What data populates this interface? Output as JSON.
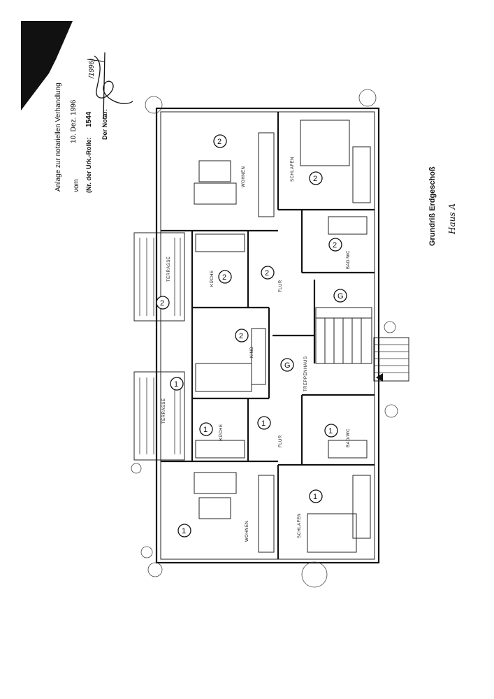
{
  "stamp": {
    "line1": "Anlage zur notariellen Verhandlung",
    "line2": "10. Dez. 1996",
    "vom_label": "vom",
    "urk_label": "(Nr. der Urk.-Rolle:",
    "urk_value": "1544",
    "urk_year": "/1996)",
    "notar_label": "Der Notar:"
  },
  "caption": {
    "title": "Grundriß Erdgeschoß",
    "subtitle": "Haus A"
  },
  "rooms": {
    "wohnen": "WOHNEN",
    "schlafen": "SCHLAFEN",
    "kueche": "KÜCHE",
    "flur": "FLUR",
    "bad": "BAD/WC",
    "kind": "KIND",
    "treppenhaus": "TREPPENHAUS",
    "terrasse": "TERRASSE"
  },
  "unit_markers": {
    "unit1": "1",
    "unit2": "2",
    "common": "G"
  }
}
